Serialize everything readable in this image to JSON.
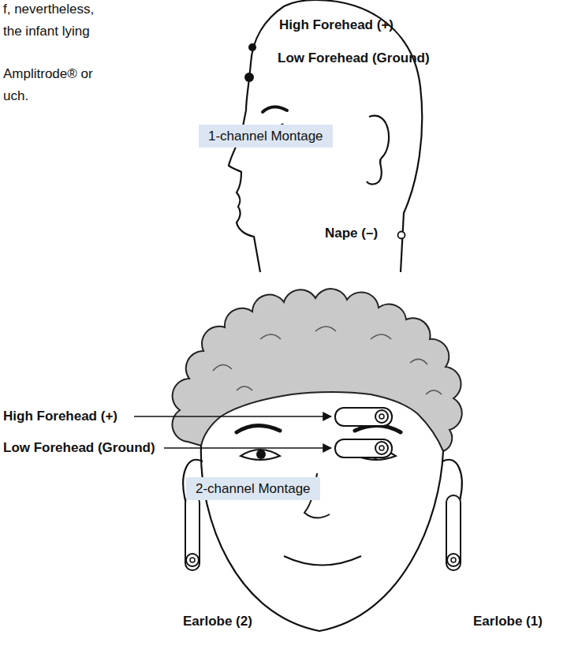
{
  "diagram": {
    "nodes": [
      {
        "text": [
          "1-channel Montage"
        ]
      },
      {
        "text": [
          "2-channel Montage"
        ]
      }
    ],
    "labels": [
      "f, nevertheless,",
      "the infant lying",
      "Amplitrode® or",
      "uch.",
      "High Forehead (+)",
      "Low Forehead (Ground)",
      "Nape (–)",
      "High Forehead (+)",
      "Low Forehead (Ground)",
      "Earlobe (2)",
      "Earlobe (1)"
    ]
  }
}
